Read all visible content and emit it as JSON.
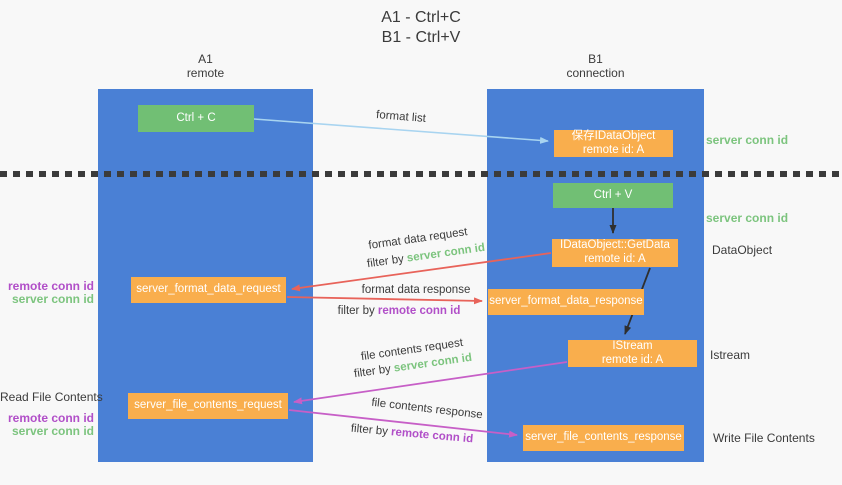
{
  "colors": {
    "background": "#f8f8f8",
    "column_blue": "#4a80d5",
    "box_green": "#71bf74",
    "box_orange": "#f9ae4d",
    "arrow_blue": "#a8d4f0",
    "arrow_red": "#e8635a",
    "arrow_magenta": "#c75fc7",
    "arrow_black": "#2f2f2f",
    "text_dark": "#3b3b3b",
    "label_green": "#7cc47e",
    "label_purple": "#b14fc8"
  },
  "title": {
    "line1": "A1 - Ctrl+C",
    "line2": "B1 - Ctrl+V"
  },
  "lifelines": {
    "left": {
      "id": "A1",
      "name": "remote"
    },
    "right": {
      "id": "B1",
      "name": "connection"
    }
  },
  "nodes": {
    "ctrl_c": {
      "label": "Ctrl + C"
    },
    "ctrl_v": {
      "label": "Ctrl + V"
    },
    "save_dataobject": {
      "line1": "保存IDataObject",
      "line2": "remote id: A"
    },
    "getdata": {
      "line1": "IDataObject::GetData",
      "line2": "remote id: A"
    },
    "istream": {
      "line1": "IStream",
      "line2": "remote id: A"
    },
    "format_request": {
      "label": "server_format_data_request"
    },
    "format_response": {
      "label": "server_format_data_response"
    },
    "file_request": {
      "label": "server_file_contents_request"
    },
    "file_response": {
      "label": "server_file_contents_response"
    }
  },
  "arrow_labels": {
    "format_list": "format list",
    "format_data_request": "format data request",
    "format_data_request_filter": {
      "prefix": "filter by ",
      "value": "server conn id"
    },
    "format_data_response": "format data response",
    "format_data_response_filter": {
      "prefix": "filter by ",
      "value": "remote conn id"
    },
    "file_contents_request": "file contents request",
    "file_contents_request_filter": {
      "prefix": "filter by ",
      "value": "server conn id"
    },
    "file_contents_response": "file contents response",
    "file_contents_response_filter": {
      "prefix": "filter by ",
      "value": "remote conn id"
    }
  },
  "side_labels": {
    "right_server_conn_id_1": "server conn id",
    "right_server_conn_id_2": "server conn id",
    "dataobject": "DataObject",
    "istream": "Istream",
    "write_file_contents": "Write File Contents",
    "read_file_contents": "Read File Contents",
    "left_remote_conn_id_1": "remote conn id",
    "left_server_conn_id_1": "server conn id",
    "left_remote_conn_id_2": "remote conn id",
    "left_server_conn_id_2": "server conn id"
  }
}
